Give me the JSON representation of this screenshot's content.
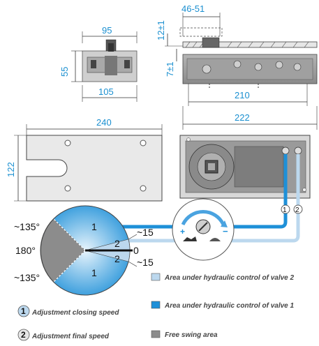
{
  "dimensions": {
    "d95": "95",
    "d55": "55",
    "d105": "105",
    "d46_51": "46-51",
    "d12": "12±1",
    "d7": "7±1",
    "d210": "210",
    "d222": "222",
    "d240": "240",
    "d122": "122"
  },
  "angles": {
    "a135_top": "~135°",
    "a180": "180°",
    "a135_bottom": "~135°",
    "s15_top": "~15",
    "s0": "0",
    "s15_bottom": "~15"
  },
  "zones": {
    "z1_top": "1",
    "z2_top": "2",
    "z2_bottom": "2",
    "z1_bottom": "1"
  },
  "valves": {
    "v1": "1",
    "v2": "2"
  },
  "legend": {
    "valve2_area": "Area under hydraulic control of valve 2",
    "valve1_area": "Area under hydraulic control of valve 1",
    "free_swing": "Free swing area",
    "adj_closing": "Adjustment closing speed",
    "adj_final": "Adjustment final speed"
  },
  "colors": {
    "dim_blue": "#1a8fd0",
    "valve1_blue": "#1e90d8",
    "valve2_lightblue": "#bcd8ee",
    "free_grey": "#8c8c8c"
  }
}
